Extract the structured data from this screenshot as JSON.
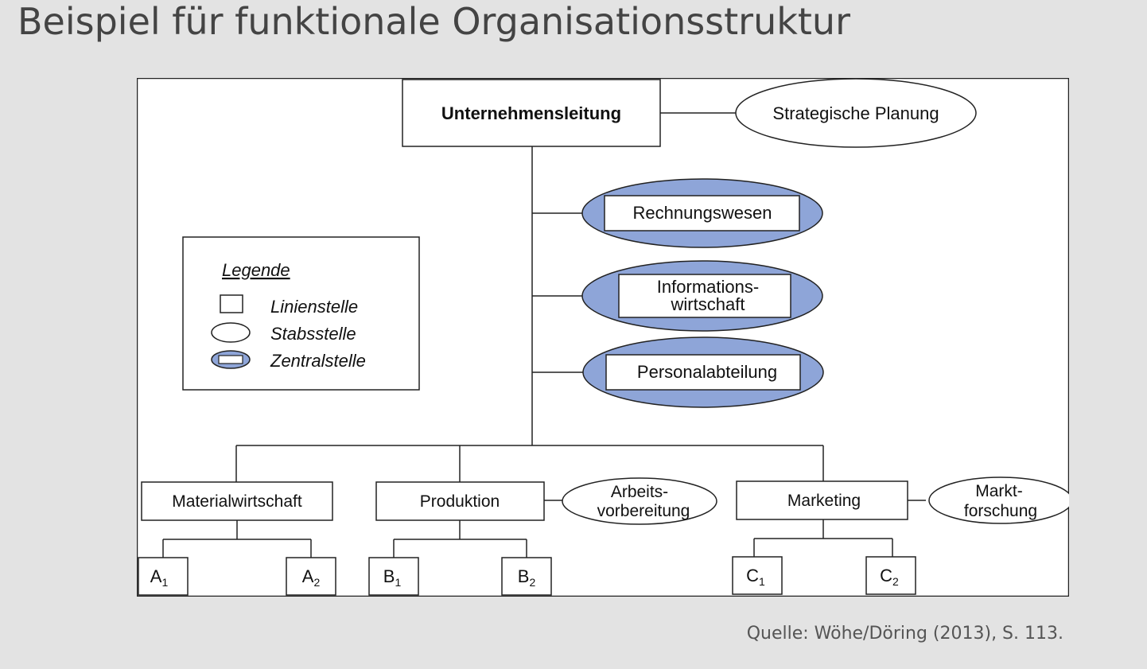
{
  "title": "Beispiel für funktionale Organisationsstruktur",
  "source": "Quelle: Wöhe/Döring (2013), S. 113.",
  "colors": {
    "zentral_fill": "#8ea5d8",
    "background": "#e3e3e3",
    "title": "#444444"
  },
  "diagram": {
    "top": "Unternehmensleitung",
    "stab_top": "Strategische Planung",
    "zentral": [
      "Rechnungswesen",
      "Personalabteilung"
    ],
    "info_line1": "Informations-",
    "info_line2": "wirtschaft",
    "legend": {
      "title": "Legende",
      "linie": "Linienstelle",
      "stab": "Stabsstelle",
      "zentral": "Zentralstelle"
    },
    "departments": {
      "material": "Materialwirtschaft",
      "produktion": "Produktion",
      "marketing": "Marketing"
    },
    "arbeits_line1": "Arbeits-",
    "arbeits_line2": "vorbereitung",
    "markt_line1": "Markt-",
    "markt_line2": "forschung",
    "units": {
      "a1": "A",
      "a1_sub": "1",
      "a2": "A",
      "a2_sub": "2",
      "b1": "B",
      "b1_sub": "1",
      "b2": "B",
      "b2_sub": "2",
      "c1": "C",
      "c1_sub": "1",
      "c2": "C",
      "c2_sub": "2"
    }
  }
}
